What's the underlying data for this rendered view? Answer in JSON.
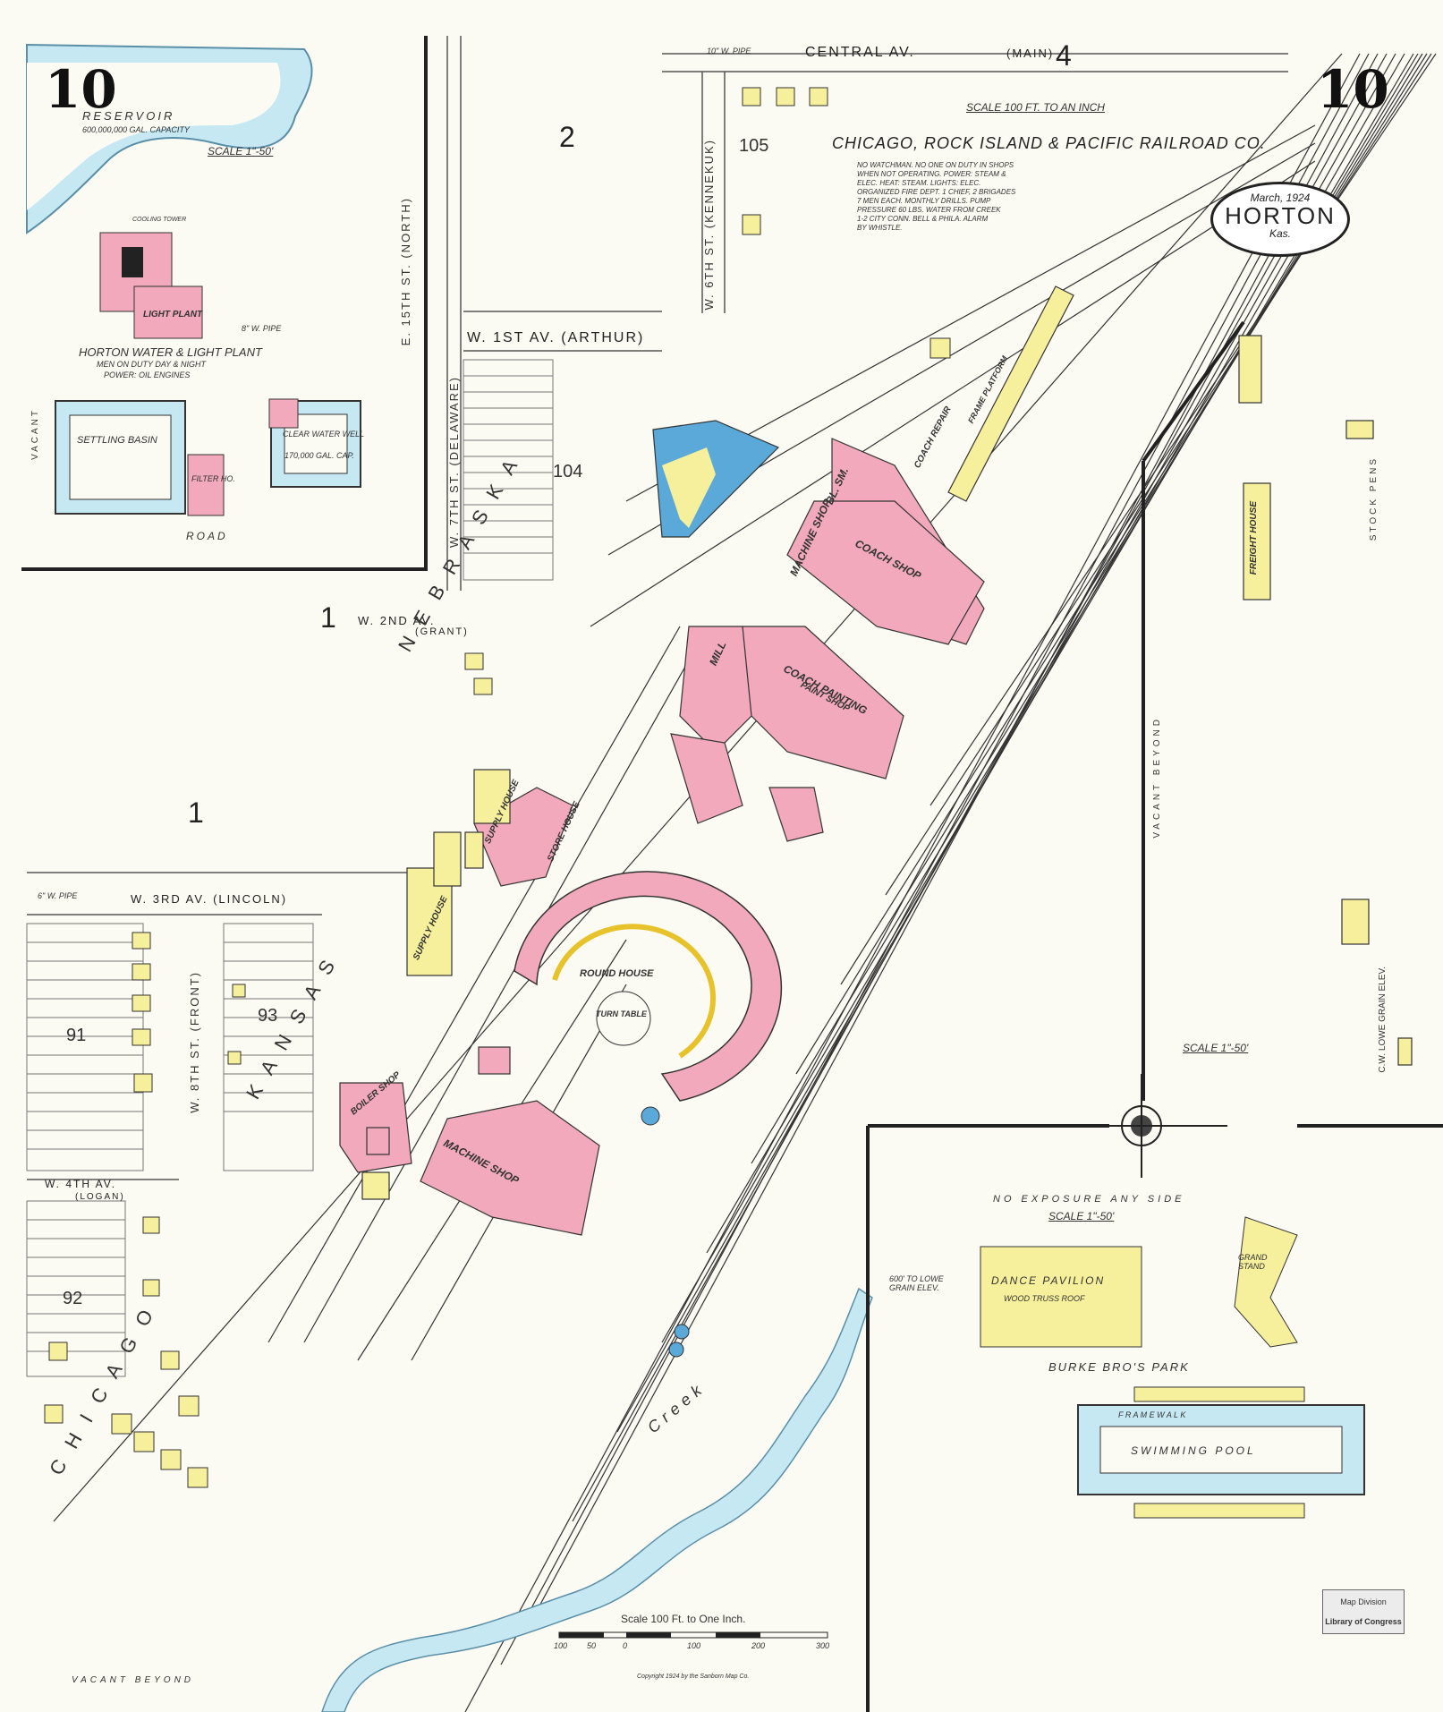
{
  "sheet": {
    "number_left": "10",
    "number_right": "10",
    "town": "HORTON",
    "state": "Kas.",
    "date": "March, 1924"
  },
  "railroad": {
    "name": "CHICAGO, ROCK ISLAND & PACIFIC RAILROAD CO.",
    "scale": "SCALE 100 FT. TO AN INCH",
    "notes": [
      "NO WATCHMAN. NO ONE ON DUTY IN SHOPS",
      "WHEN NOT OPERATING. POWER: STEAM &",
      "ELEC. HEAT: STEAM. LIGHTS: ELEC.",
      "ORGANIZED FIRE DEPT. 1 CHIEF, 2 BRIGADES",
      "7 MEN EACH. MONTHLY DRILLS. PUMP",
      "PRESSURE 60 LBS. WATER FROM CREEK",
      "1-2 CITY CONN. BELL & PHILA. ALARM",
      "BY WHISTLE."
    ]
  },
  "inset_plant": {
    "reservoir": "RESERVOIR",
    "reservoir_capacity": "600,000,000 GAL. CAPACITY",
    "scale": "SCALE 1\"-50'",
    "plant_name": "HORTON WATER & LIGHT PLANT",
    "plant_note1": "MEN ON DUTY DAY & NIGHT",
    "plant_note2": "POWER: OIL ENGINES",
    "settling": "SETTLING BASIN",
    "clear_well": "CLEAR WATER WELL",
    "clear_well_cap": "170,000 GAL. CAP.",
    "filter": "FILTER HO.",
    "cooling": "COOLING TOWER",
    "light_plant": "LIGHT PLANT",
    "pipe": "8\" W. PIPE",
    "road": "ROAD",
    "vacant": "VACANT",
    "street": "E. 15TH ST. (NORTH)"
  },
  "streets": {
    "central": "CENTRAL   AV.",
    "main": "(MAIN)",
    "w1": "W.   1ST   AV. (ARTHUR)",
    "w2": "W. 2ND AV.",
    "grant": "(GRANT)",
    "w3": "W.          3RD     AV.     (LINCOLN)",
    "w4": "W. 4TH AV.",
    "logan": "(LOGAN)",
    "w6": "W. 6TH ST. (KENNEKUK)",
    "w7": "W. 7TH ST. (DELAWARE)",
    "w8": "W. 8TH ST. (FRONT)",
    "nebraska": "N  E  B  R  A  S  K  A",
    "kansas": "K  A  N  S  A  S",
    "chicago": "C  H  I  C  A  G  O",
    "creek": "Creek",
    "pipe6": "6\" W. PIPE",
    "pipe10": "10\" W. PIPE"
  },
  "blocks": {
    "b2": "2",
    "b4": "4",
    "b1a": "1",
    "b1b": "1",
    "n104": "104",
    "n105": "105",
    "n91": "91",
    "n92": "92",
    "n93": "93"
  },
  "buildings": {
    "machine_shop": "MACHINE SHOP",
    "coach_shop": "COACH SHOP",
    "coach_painting": "COACH PAINTING",
    "paint_shop": "PAINT SHOP",
    "bl_sm": "BL. SM.",
    "mill": "MILL",
    "supply_house": "SUPPLY HOUSE",
    "store_house": "STORE HOUSE",
    "boiler_shop": "BOILER SHOP",
    "turn_table": "TURN TABLE",
    "round_house": "ROUND HOUSE",
    "coach_repair": "COACH REPAIR",
    "frame_platform": "FRAME PLATFORM",
    "freight_house": "FREIGHT HOUSE",
    "stock_pens": "STOCK PENS",
    "cw_lowe": "C.W. LOWE GRAIN ELEV.",
    "vacant_beyond": "VACANT   BEYOND",
    "scale_right": "SCALE 1\"-50'"
  },
  "park": {
    "exposure": "NO  EXPOSURE  ANY  SIDE",
    "scale": "SCALE 1\"-50'",
    "pavilion": "DANCE PAVILION",
    "pavilion_roof": "WOOD TRUSS ROOF",
    "grandstand": "GRAND STAND",
    "name": "BURKE BRO'S PARK",
    "frame_walk": "F R A M E     W A L K",
    "pool": "SWIMMING POOL",
    "lowe_note": "600' TO LOWE GRAIN ELEV."
  },
  "footer": {
    "scale": "Scale 100 Ft. to One Inch.",
    "ticks": [
      "100",
      "50",
      "0",
      "100",
      "200",
      "300"
    ],
    "copyright": "Copyright 1924 by the Sanborn Map Co.",
    "vacant_beyond": "VACANT          BEYOND"
  },
  "stamp": {
    "line1": "Map Division",
    "line2": "Library of Congress"
  },
  "colors": {
    "brick": "#f1a9bb",
    "frame": "#f6ef9c",
    "stone": "#5aa9d9",
    "water": "#c6e8f2",
    "paper": "#fbfaf3"
  }
}
